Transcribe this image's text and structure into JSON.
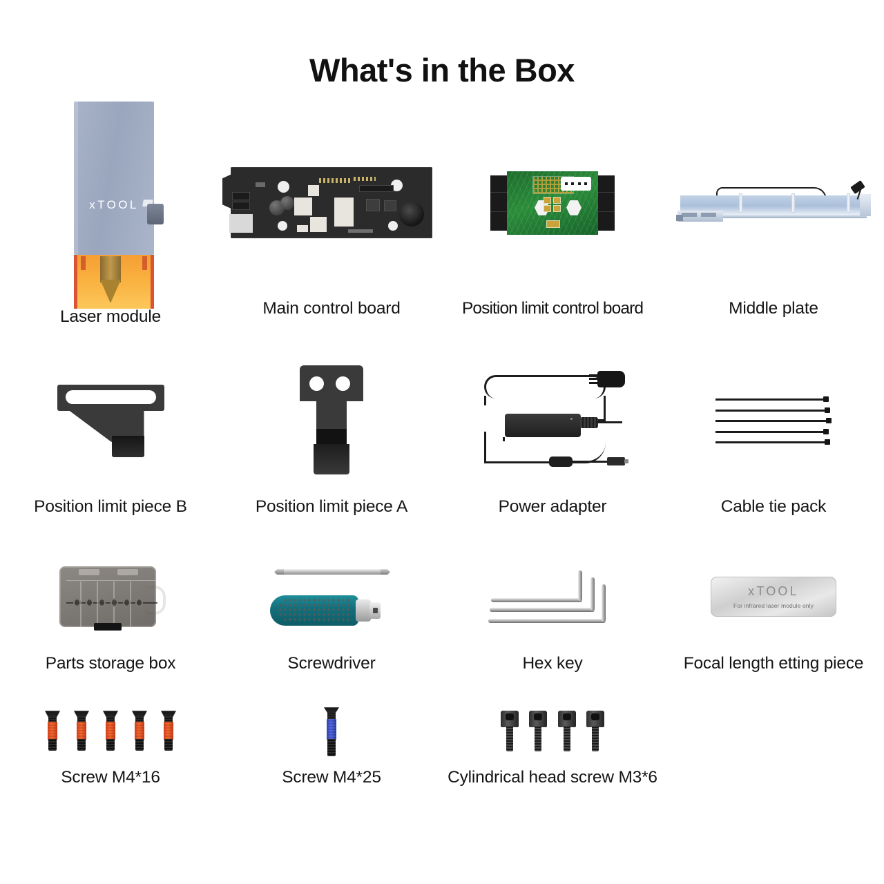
{
  "page": {
    "title": "What's in the Box"
  },
  "items": [
    {
      "id": "laser-module",
      "label": "Laser module",
      "art": "laser-module-illustration",
      "brand_text": "xTOOL"
    },
    {
      "id": "main-control-board",
      "label": "Main control board",
      "art": "main-control-board-illustration"
    },
    {
      "id": "position-limit-control-board",
      "label": "Position limit control board",
      "art": "position-limit-control-board-illustration"
    },
    {
      "id": "middle-plate",
      "label": "Middle plate",
      "art": "middle-plate-illustration"
    },
    {
      "id": "position-limit-piece-b",
      "label": "Position limit piece B",
      "art": "position-limit-piece-b-illustration"
    },
    {
      "id": "position-limit-piece-a",
      "label": "Position limit piece A",
      "art": "position-limit-piece-a-illustration"
    },
    {
      "id": "power-adapter",
      "label": "Power adapter",
      "art": "power-adapter-illustration"
    },
    {
      "id": "cable-tie-pack",
      "label": "Cable tie pack",
      "art": "cable-tie-pack-illustration",
      "count": 5
    },
    {
      "id": "parts-storage-box",
      "label": "Parts storage box",
      "art": "parts-storage-box-illustration"
    },
    {
      "id": "screwdriver",
      "label": "Screwdriver",
      "art": "screwdriver-illustration"
    },
    {
      "id": "hex-key",
      "label": "Hex key",
      "art": "hex-key-illustration",
      "count": 3
    },
    {
      "id": "focal-length-setting-piece",
      "label": "Focal length etting piece",
      "art": "focal-length-setting-piece-illustration",
      "card_brand": "xTOOL",
      "card_subtitle": "For infrared laser module only"
    },
    {
      "id": "screw-m4-16",
      "label": "Screw M4*16",
      "art": "screw-m4-16-illustration",
      "count": 5
    },
    {
      "id": "screw-m4-25",
      "label": "Screw M4*25",
      "art": "screw-m4-25-illustration",
      "count": 1
    },
    {
      "id": "cylindrical-head-screw-m3-6",
      "label": "Cylindrical head screw M3*6",
      "art": "cylindrical-head-screw-m3-6-illustration",
      "count": 4
    }
  ],
  "colors": {
    "background": "#ffffff",
    "text": "#151515",
    "title": "#111111",
    "laser_body": "#a3aec4",
    "laser_cover": "#f7a833",
    "pcb_green": "#2a8c3b",
    "pcb_dark": "#2b2b2b",
    "plate_blue": "#b7c8de",
    "metal_black": "#3a3a3a",
    "screw_orange": "#e8501f",
    "screw_blue": "#3a4cc4",
    "handle_teal": "#17808c",
    "silver": "#cfcfcf"
  }
}
